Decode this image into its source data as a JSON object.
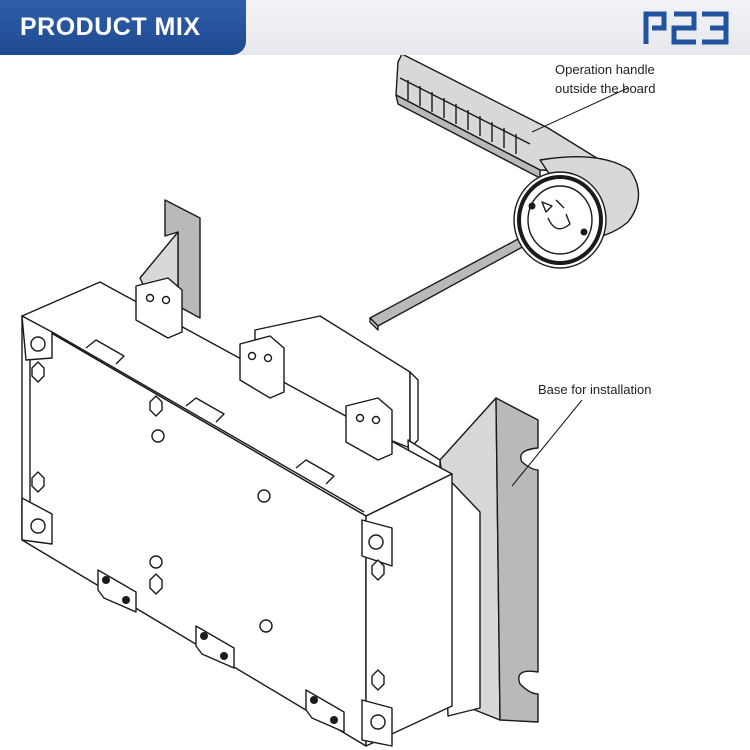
{
  "header": {
    "title": "PRODUCT MIX",
    "brand_color": "#2252a0",
    "logo_icon": "r23-logo-icon"
  },
  "diagram": {
    "callouts": {
      "handle_line1": "Operation handle",
      "handle_line2": "outside the board",
      "base": "Base for installation"
    },
    "colors": {
      "line": "#1a1a1a",
      "part_gray": "#b9b9b9",
      "part_light": "#d8d8d8"
    }
  }
}
